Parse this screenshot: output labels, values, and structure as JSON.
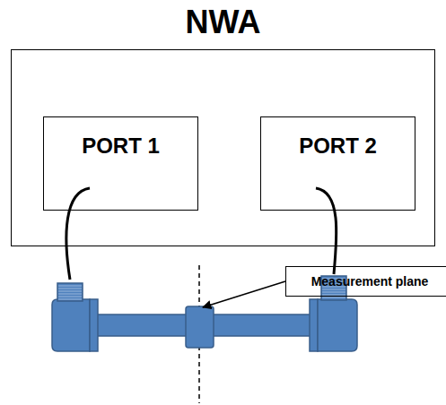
{
  "diagram": {
    "nodes": [
      {
        "text": [
          "NWA"
        ]
      },
      {
        "text": [
          "PORT 1"
        ],
        "in": 0
      },
      {
        "text": [
          "PORT 2"
        ],
        "in": 0
      },
      {
        "text": [
          "Measurement plane"
        ]
      }
    ]
  }
}
